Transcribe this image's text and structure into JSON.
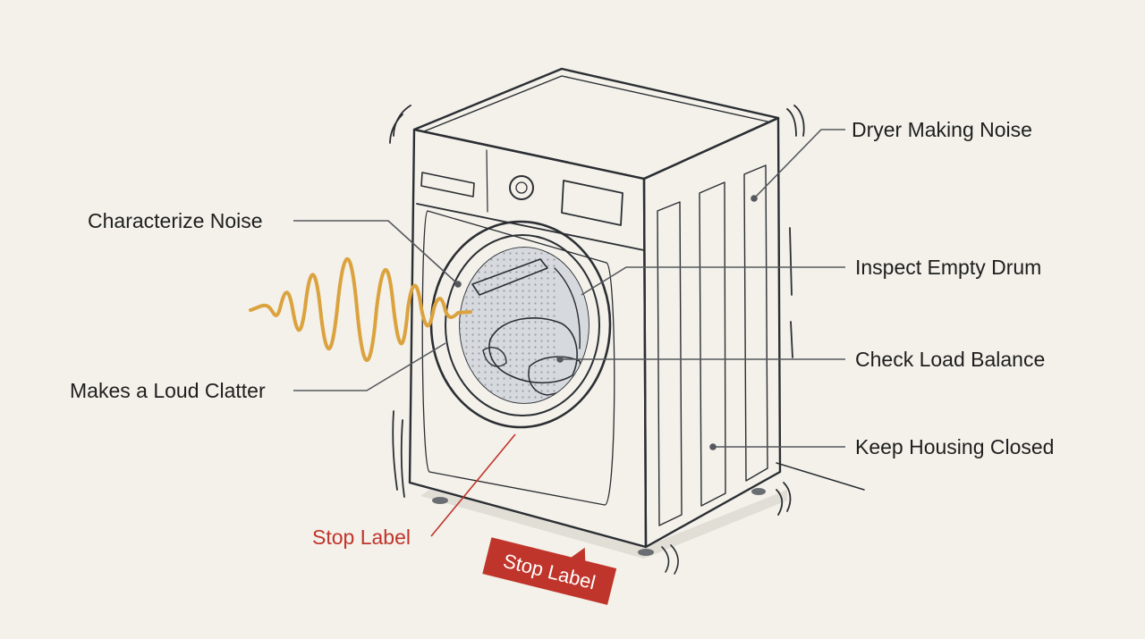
{
  "labels": {
    "dryer_making_noise": "Dryer Making Noise",
    "characterize_noise": "Characterize Noise",
    "inspect_empty_drum": "Inspect Empty Drum",
    "check_load_balance": "Check Load Balance",
    "makes_a_loud_clatter": "Makes a Loud Clatter",
    "keep_housing_closed": "Keep Housing Closed",
    "stop_label": "Stop Label"
  },
  "stop_tag": {
    "text": "Stop Label"
  },
  "colors": {
    "background": "#f3f1ea",
    "ink": "#2b2e33",
    "sound_wave": "#dba23e",
    "stop_red": "#c0352b",
    "display_blue": "#7f94ad",
    "laundry_blue": "#5d7593"
  }
}
